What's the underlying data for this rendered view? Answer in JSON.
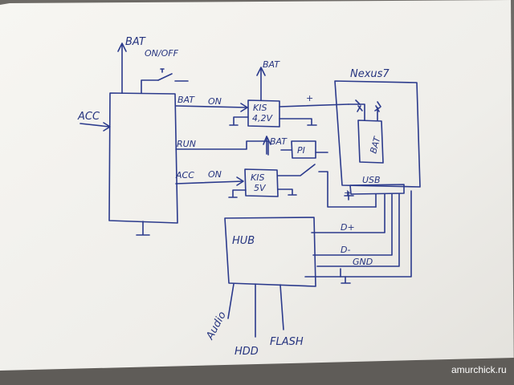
{
  "labels": {
    "acc_in": "ACC",
    "bat_top": "BAT",
    "onoff": "ON/OFF",
    "bat_line": "BAT",
    "on1": "ON",
    "bat_reg1": "BAT",
    "kis1_a": "KIS",
    "kis1_b": "4,2V",
    "plus": "+",
    "nexus": "Nexus7",
    "bat_internal": "BAT",
    "run": "RUN",
    "bat_reg2": "BAT",
    "pi": "PI",
    "acc_line": "ACC",
    "on2": "ON",
    "kis2_a": "KIS",
    "kis2_b": "5V",
    "usb": "USB",
    "plus2": "+",
    "hub": "HUB",
    "d_plus": "D+",
    "d_minus": "D-",
    "gnd": "GND",
    "audio": "Audio",
    "hdd": "HDD",
    "flash": "FLASH"
  },
  "watermark": "amurchick.ru",
  "colors": {
    "ink": "#2b3a8c",
    "paper": "#f3f2ee",
    "background": "#6d6a66"
  }
}
